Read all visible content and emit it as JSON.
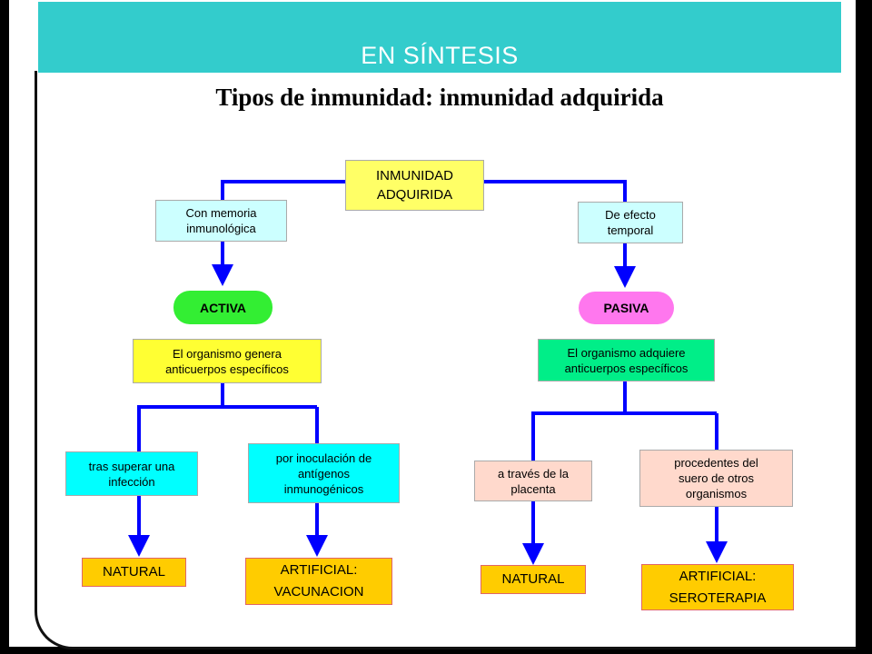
{
  "header": {
    "title": "EN SÍNTESIS"
  },
  "diagram": {
    "title": "Tipos de inmunidad: inmunidad adquirida",
    "root": "INMUNIDAD\nADQUIRIDA",
    "left": {
      "condition": "Con memoria\ninmunológica",
      "type": "ACTIVA",
      "description": "El organismo genera\nanticuerpos específicos",
      "sources": [
        "tras superar una\ninfección",
        "por inoculación de\nantígenos\ninmunogénicos"
      ],
      "results": [
        "NATURAL",
        "ARTIFICIAL:\nVACUNACION"
      ]
    },
    "right": {
      "condition": "De efecto\ntemporal",
      "type": "PASIVA",
      "description": "El organismo adquiere\nanticuerpos específicos",
      "sources": [
        "a través de la\nplacenta",
        "procedentes del\nsuero de otros\norganismos"
      ],
      "results": [
        "NATURAL",
        "ARTIFICIAL:\nSEROTERAPIA"
      ]
    }
  },
  "colors": {
    "header": "#33cccc",
    "connector": "#0000ff",
    "root_box": "#ffff66",
    "condition_box": "#ccffff",
    "activa": "#33ee33",
    "pasiva": "#ff77ee",
    "activa_description": "#ffff33",
    "pasiva_description": "#00ee88",
    "activa_sources": "#00ffff",
    "pasiva_sources": "#ffd9cc",
    "results": "#ffcc00"
  }
}
